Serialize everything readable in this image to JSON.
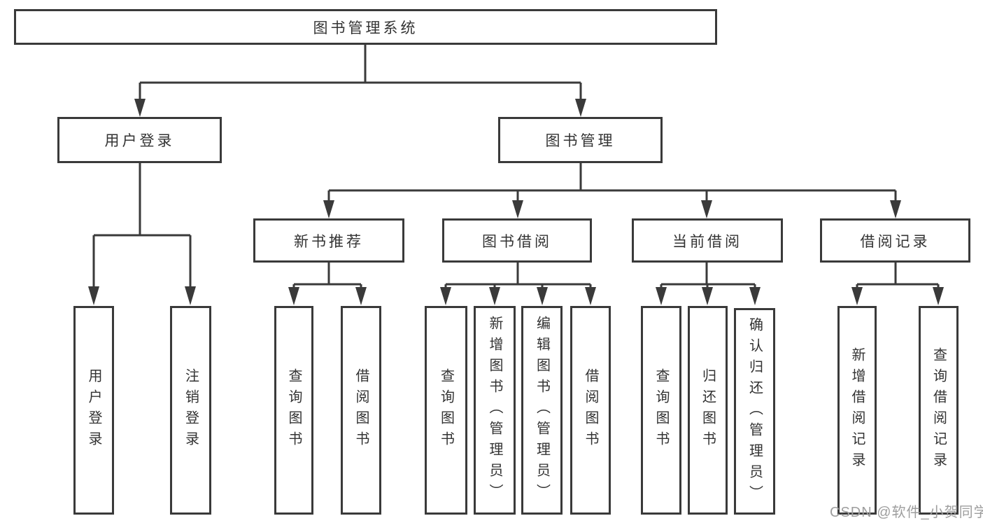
{
  "tree": {
    "label": "图书管理系统",
    "children": [
      {
        "label": "用户登录",
        "children": [
          {
            "label": "用户登录"
          },
          {
            "label": "注销登录"
          }
        ]
      },
      {
        "label": "图书管理",
        "children": [
          {
            "label": "新书推荐",
            "children": [
              {
                "label": "查询图书"
              },
              {
                "label": "借阅图书"
              }
            ]
          },
          {
            "label": "图书借阅",
            "children": [
              {
                "label": "查询图书"
              },
              {
                "label": "新增图书（管理员）"
              },
              {
                "label": "编辑图书（管理员）"
              },
              {
                "label": "借阅图书"
              }
            ]
          },
          {
            "label": "当前借阅",
            "children": [
              {
                "label": "查询图书"
              },
              {
                "label": "归还图书"
              },
              {
                "label": "确认归还（管理员）"
              }
            ]
          },
          {
            "label": "借阅记录",
            "children": [
              {
                "label": "新增借阅记录"
              },
              {
                "label": "查询借阅记录"
              }
            ]
          }
        ]
      }
    ]
  },
  "watermark": "CSDN @软件_小贺同学",
  "colors": {
    "line": "#3a3a3a",
    "text": "#333333",
    "watermark": "#9e9e9e",
    "bg": "#ffffff"
  }
}
